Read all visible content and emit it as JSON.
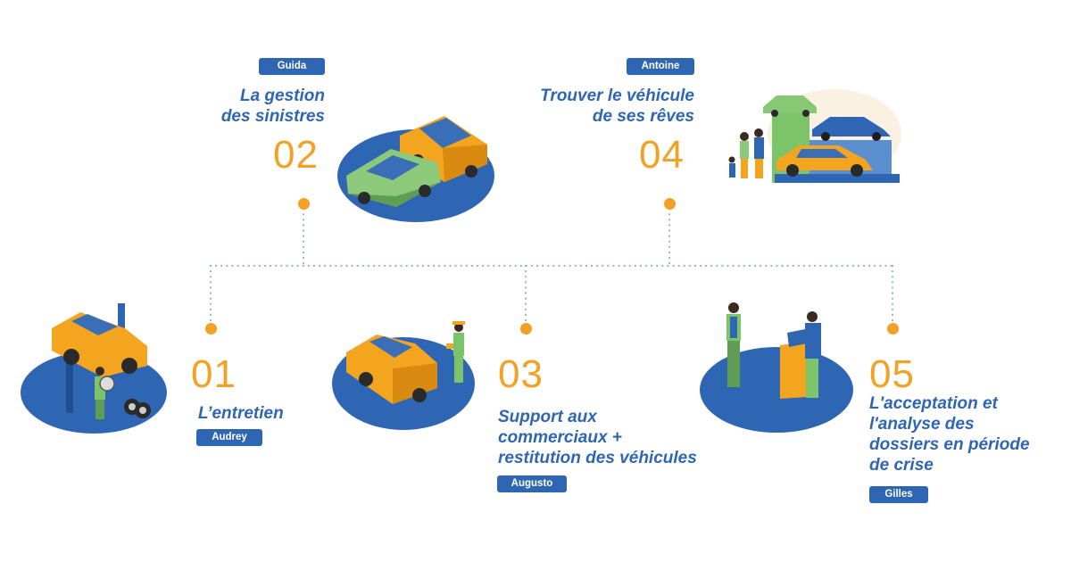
{
  "steps": [
    {
      "number": "01",
      "title_lines": [
        "L’entretien"
      ],
      "person": "Audrey",
      "illustration": "car-maintenance-lift"
    },
    {
      "number": "02",
      "title_lines": [
        "La gestion",
        "des sinistres"
      ],
      "person": "Guida",
      "illustration": "car-collision"
    },
    {
      "number": "03",
      "title_lines": [
        "Support aux",
        "commerciaux +",
        "restitution des véhicules"
      ],
      "person": "Augusto",
      "illustration": "car-delivery"
    },
    {
      "number": "04",
      "title_lines": [
        "Trouver le véhicule",
        "de ses rêves"
      ],
      "person": "Antoine",
      "illustration": "car-showroom-family"
    },
    {
      "number": "05",
      "title_lines": [
        "L'acceptation et",
        "l'analyse des",
        "dossiers en période",
        "de crise"
      ],
      "person": "Gilles",
      "illustration": "office-consultation"
    }
  ],
  "colors": {
    "accent": "#f2a125",
    "brand_blue": "#2f66b3",
    "connector": "#8fb3e0"
  }
}
